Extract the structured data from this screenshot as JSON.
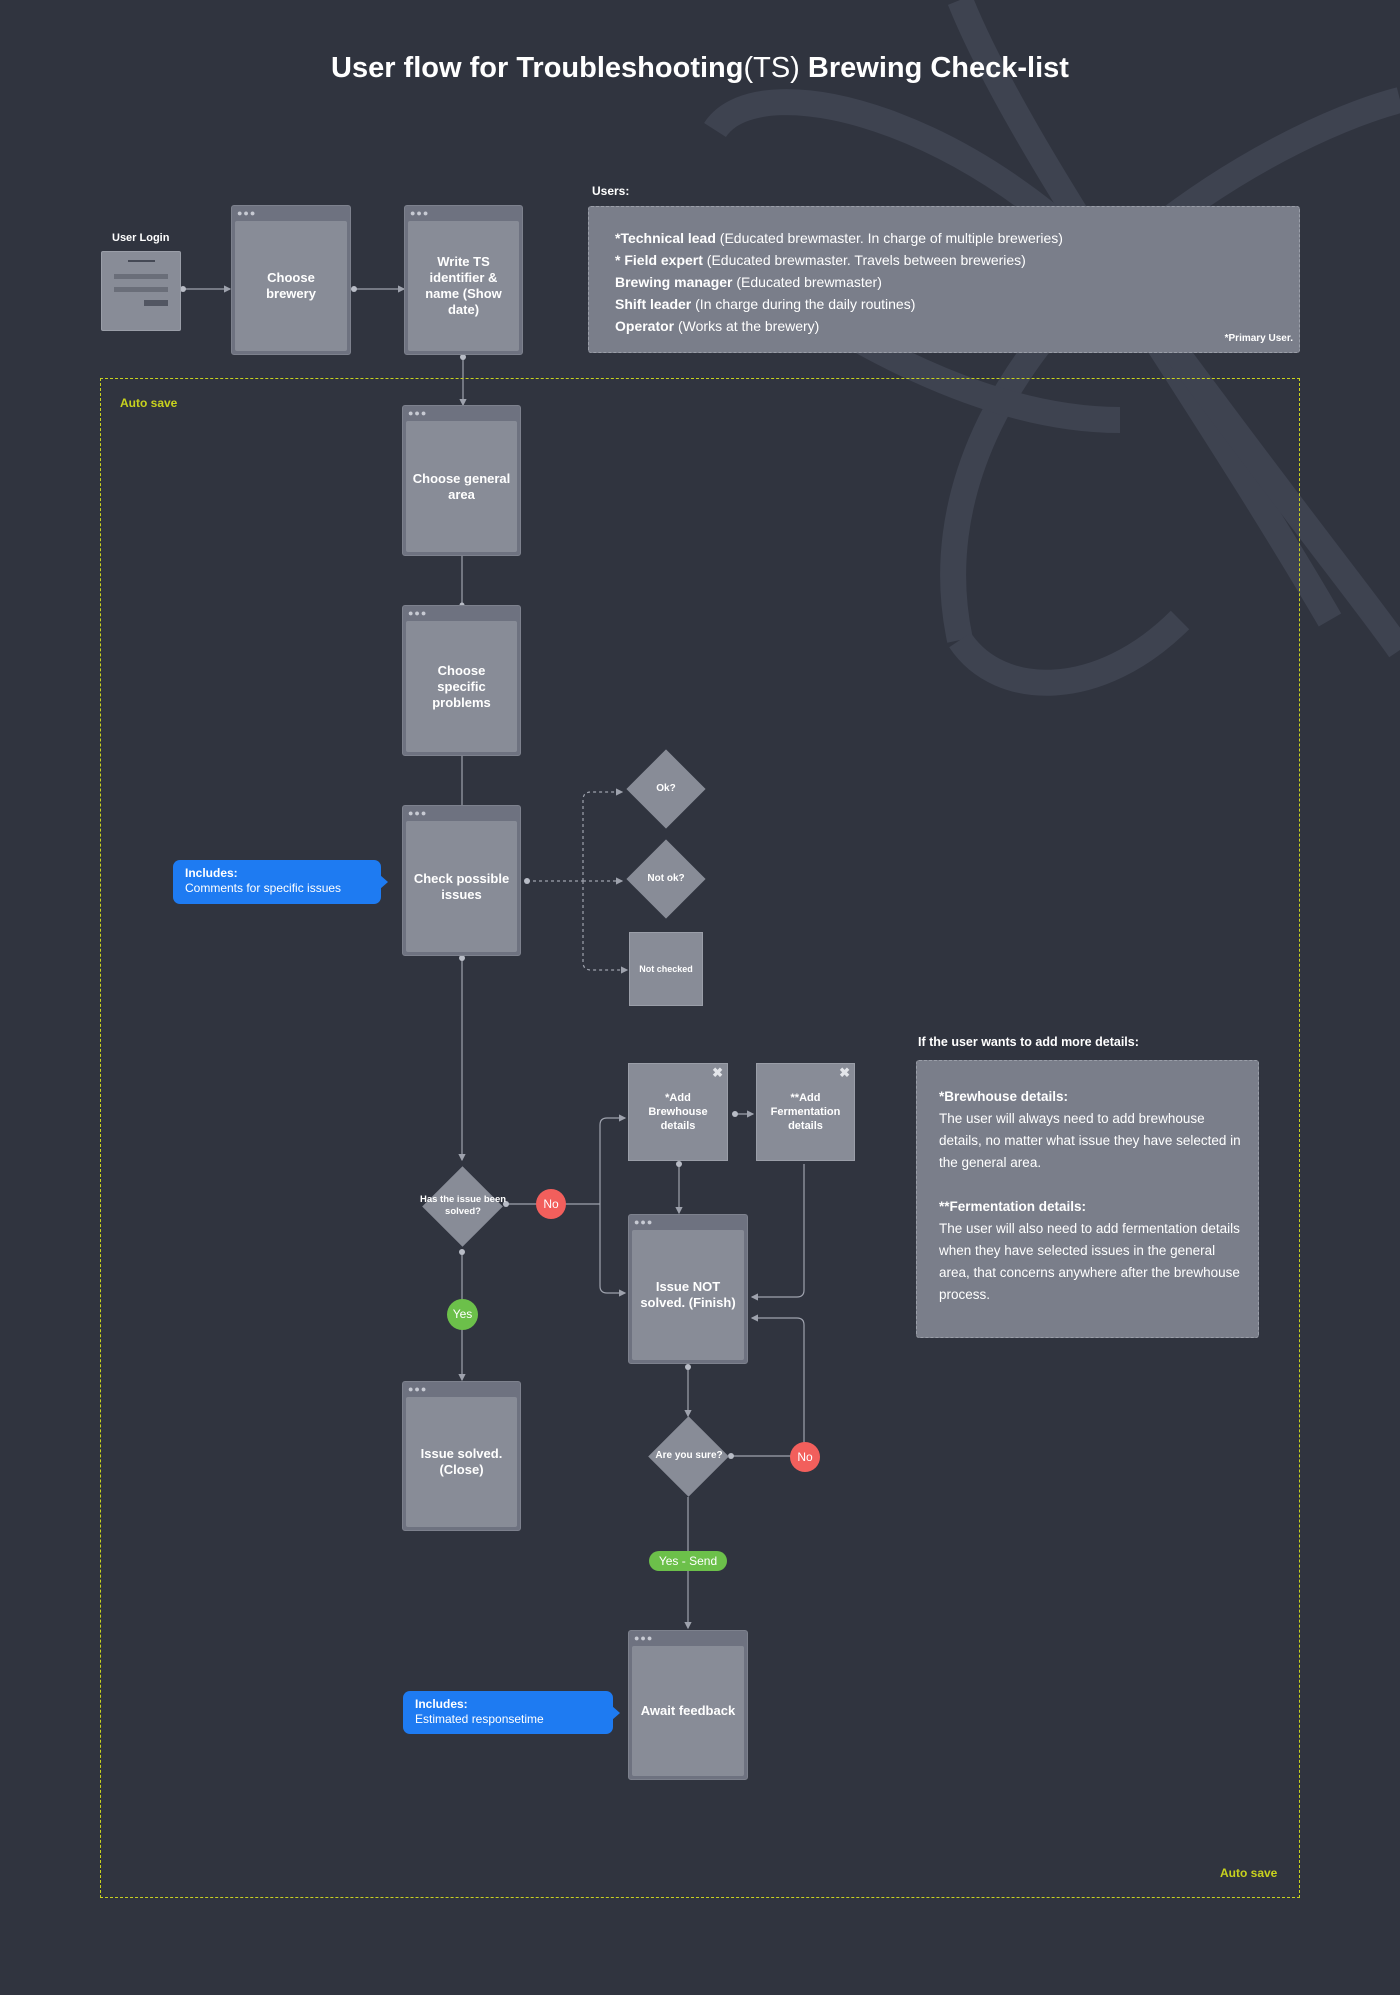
{
  "title": {
    "main": "User flow for Troubleshooting",
    "abbr": "(TS)",
    "rest": " Brewing Check-list"
  },
  "user_login": {
    "label": "User Login"
  },
  "screens": {
    "choose_brewery": "Choose brewery",
    "write_ts": "Write TS identifier & name (Show date)",
    "general_area": "Choose general area",
    "specific_problems": "Choose specific problems",
    "check_issues": "Check possible issues",
    "issue_solved": "Issue solved. (Close)",
    "issue_not_solved": "Issue NOT solved. (Finish)",
    "await_feedback": "Await feedback"
  },
  "cards": {
    "not_checked": "Not checked",
    "add_brewhouse": "*Add Brewhouse details",
    "add_fermentation": "**Add Fermentation details",
    "close_icon": "✖"
  },
  "decisions": {
    "ok": "Ok?",
    "not_ok": "Not ok?",
    "solved_question": "Has the issue been solved?",
    "sure_question": "Are you sure?"
  },
  "answers": {
    "no": "No",
    "yes": "Yes",
    "yes_send": "Yes - Send"
  },
  "users_box": {
    "heading": "Users:",
    "lines": [
      {
        "role": "*Technical lead",
        "desc": " (Educated brewmaster. In charge of multiple breweries)"
      },
      {
        "role": "* Field expert",
        "desc": " (Educated brewmaster. Travels between breweries)"
      },
      {
        "role": "Brewing manager",
        "desc": " (Educated brewmaster)"
      },
      {
        "role": "Shift leader",
        "desc": " (In charge during the daily routines)"
      },
      {
        "role": "Operator",
        "desc": " (Works at the brewery)"
      }
    ],
    "footnote": "*Primary User."
  },
  "details_box": {
    "heading": "If the user wants to add more details:",
    "brewhouse_title": "*Brewhouse details:",
    "brewhouse_text": "The user will always need to add brewhouse details, no matter what issue they have selected in the general area.",
    "fermentation_title": "**Fermentation details:",
    "fermentation_text": "The user will also need to add fermentation details when they have selected issues in the general area, that concerns anywhere after the brewhouse process."
  },
  "auto_save": {
    "label": "Auto save"
  },
  "includes": [
    {
      "title": "Includes:",
      "text": "Comments for specific issues"
    },
    {
      "title": "Includes:",
      "text": "Estimated responsetime"
    }
  ],
  "colors": {
    "background": "#30343f",
    "screen": "#888c97",
    "accent_blue": "#1e7bf2",
    "no_red": "#f25f5c",
    "yes_green": "#6cc04a",
    "auto_save": "#c8d21e"
  }
}
